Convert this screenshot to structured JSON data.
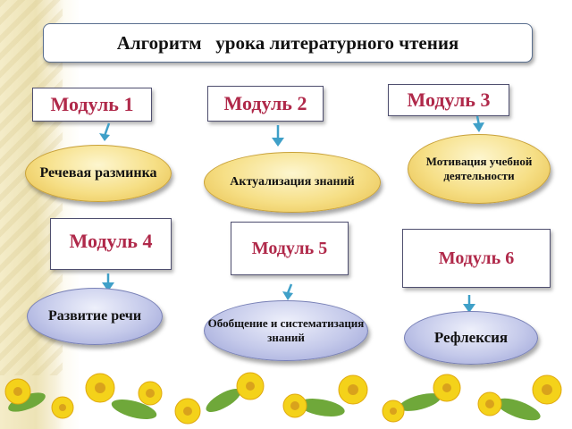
{
  "title": "Алгоритм   урока литературного чтения",
  "modules": [
    "Модуль 1",
    "Модуль 2",
    "Модуль 3",
    "Модуль 4",
    "Модуль 5",
    "Модуль 6"
  ],
  "stages": [
    "Речевая разминка",
    "Актуализация знаний",
    "Мотивация учебной деятельности",
    "Развитие речи",
    "Обобщение и систематизация знаний",
    "Рефлексия"
  ],
  "colors": {
    "module_text": "#b0294a",
    "arrow": "#3fa0c8",
    "oval_top_row": "#f6df86",
    "oval_bottom_row": "#c4c9ea"
  },
  "icons": [
    "arrow-icon",
    "flower-border-decoration"
  ]
}
